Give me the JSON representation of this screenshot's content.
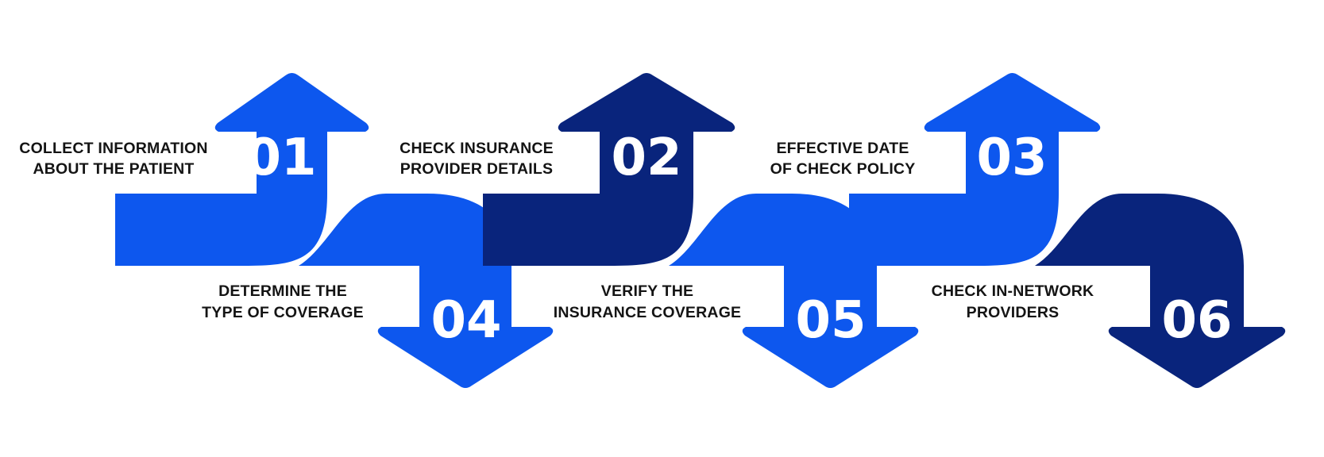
{
  "colors": {
    "light": "#0d57ee",
    "dark": "#09247c",
    "text": "#141414",
    "number": "#ffffff"
  },
  "steps": [
    {
      "number": "01",
      "label": [
        "COLLECT INFORMATION",
        "ABOUT THE PATIENT"
      ],
      "direction": "up",
      "color": "light"
    },
    {
      "number": "02",
      "label": [
        "CHECK INSURANCE",
        "PROVIDER DETAILS"
      ],
      "direction": "up",
      "color": "dark"
    },
    {
      "number": "03",
      "label": [
        "EFFECTIVE DATE",
        "OF CHECK POLICY"
      ],
      "direction": "up",
      "color": "light"
    },
    {
      "number": "04",
      "label": [
        "DETERMINE THE",
        "TYPE OF COVERAGE"
      ],
      "direction": "down",
      "color": "light"
    },
    {
      "number": "05",
      "label": [
        "VERIFY THE",
        "INSURANCE COVERAGE"
      ],
      "direction": "down",
      "color": "light"
    },
    {
      "number": "06",
      "label": [
        "CHECK IN-NETWORK",
        "PROVIDERS"
      ],
      "direction": "down",
      "color": "dark"
    }
  ]
}
